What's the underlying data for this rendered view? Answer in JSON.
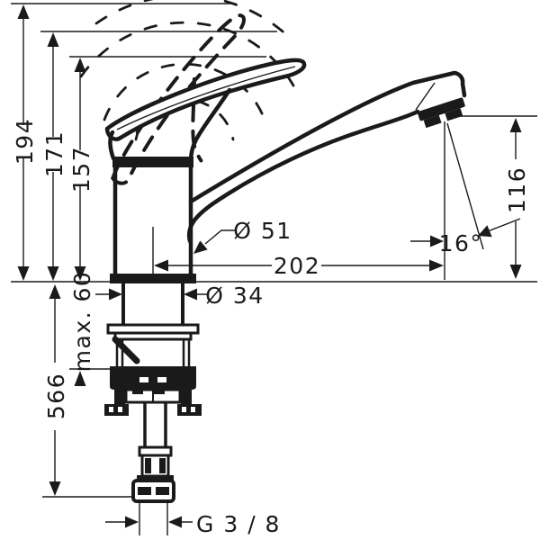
{
  "drawing": {
    "subject": "single-lever kitchen mixer tap - dimensioned side elevation with mounting hardware",
    "background": "#ffffff",
    "line_color": "#1a1a1a",
    "dimensions": {
      "overall_height": "194",
      "height_to_open_lever": "171",
      "height_to_lever": "157",
      "spout_height": "116",
      "spout_reach": "202",
      "spray_angle": "16°",
      "base_diameter": "Ø 51",
      "shank_diameter": "Ø 34",
      "max_deck_thickness": "max. 60",
      "hose_length": "566",
      "thread_size": "G 3 / 8"
    }
  }
}
